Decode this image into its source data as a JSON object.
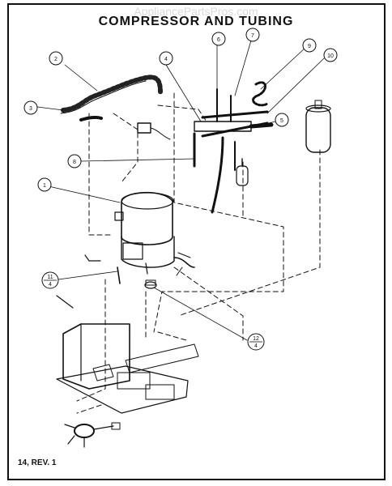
{
  "diagram": {
    "title": "COMPRESSOR AND TUBING",
    "watermark": "AppliancePartsPros.com",
    "footer": "14, REV. 1",
    "callouts": {
      "c1": "1",
      "c2": "2",
      "c3": "3",
      "c4": "4",
      "c5": "5",
      "c6": "6",
      "c7": "7",
      "c8": "8",
      "c9": "9",
      "c10": "10",
      "c11_num": "11",
      "c11_den": "4",
      "c12_num": "12",
      "c12_den": "4"
    }
  }
}
